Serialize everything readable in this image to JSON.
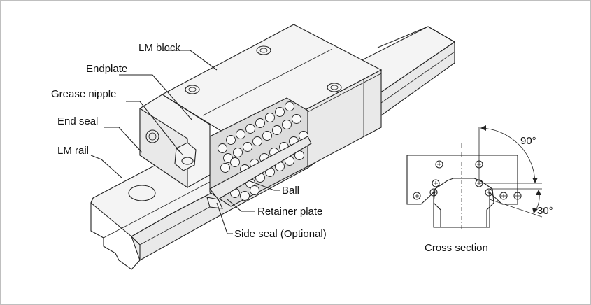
{
  "labels": {
    "lm_block": "LM block",
    "endplate": "Endplate",
    "grease_nipple": "Grease nipple",
    "end_seal": "End seal",
    "lm_rail": "LM rail",
    "ball": "Ball",
    "retainer_plate": "Retainer plate",
    "side_seal": "Side seal (Optional)",
    "cross_section": "Cross section",
    "angle_top": "90°",
    "angle_side": "30°"
  }
}
